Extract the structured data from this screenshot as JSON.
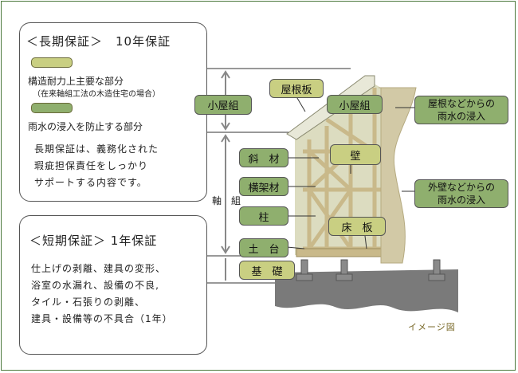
{
  "long_box": {
    "title": "＜長期保証＞　10年保証",
    "legend_structure_label": "構造耐力上主要な部分",
    "legend_structure_note": "（在来軸組工法の木造住宅の場合）",
    "legend_rain_label": "雨水の浸入を防止する部分",
    "description": [
      "長期保証は、義務化された",
      "瑕疵担保責任をしっかり",
      "サポートする内容です。"
    ]
  },
  "short_box": {
    "title": "＜短期保証＞ 1年保証",
    "items": [
      "仕上げの剥離、建具の変形、",
      "浴室の水漏れ、設備の不良,",
      "タイル・石張りの剥離、",
      "建具・設備等の不具合（1年）"
    ]
  },
  "diagram": {
    "koyagumi_left": "小屋組",
    "jikugumi": "軸　組",
    "kiso_left": "基　礎",
    "yanejita": "屋根板",
    "koyagumi_right": "小屋組",
    "shazai": "斜　材",
    "kabe": "壁",
    "yokokazai": "横架材",
    "hashira": "柱",
    "yukaita": "床　板",
    "dodai": "土　台",
    "roof_leak": [
      "屋根などからの",
      "雨水の浸入"
    ],
    "wall_leak": [
      "外壁などからの",
      "雨水の浸入"
    ],
    "caption": "イメージ図"
  },
  "colors": {
    "structure": "#c9cf82",
    "rain": "#8faf6e",
    "frame": "#4d7a3d"
  }
}
